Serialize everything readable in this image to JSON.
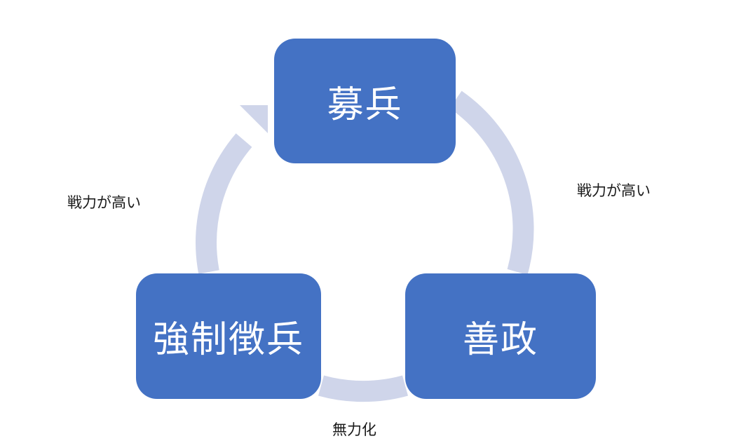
{
  "diagram": {
    "type": "cycle",
    "nodes": [
      {
        "id": "recruit",
        "label": "募兵"
      },
      {
        "id": "good_gov",
        "label": "善政"
      },
      {
        "id": "forced",
        "label": "強制徴兵"
      }
    ],
    "edges": [
      {
        "from": "recruit",
        "to": "good_gov",
        "label": "戦力が高い"
      },
      {
        "from": "good_gov",
        "to": "forced",
        "label": "無力化"
      },
      {
        "from": "forced",
        "to": "recruit",
        "label": "戦力が高い"
      }
    ],
    "colors": {
      "node_fill": "#4472c4",
      "node_text": "#ffffff",
      "arrow": "#cfd5ea",
      "label_text": "#1a1a1a"
    }
  }
}
